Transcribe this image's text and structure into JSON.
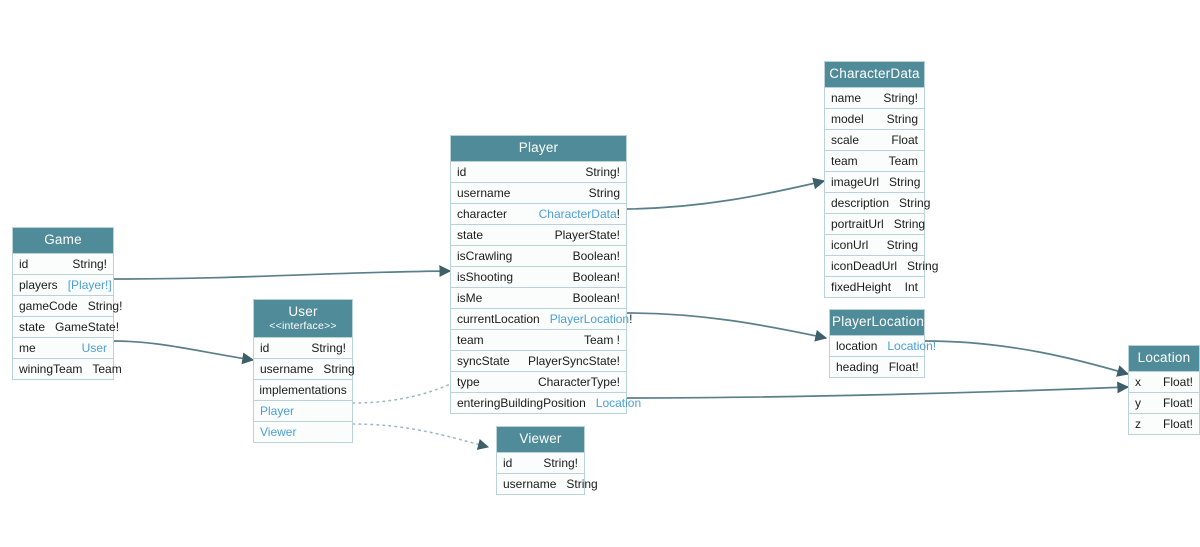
{
  "diagram": {
    "title": "GraphQL schema entity relationship diagram",
    "colors": {
      "header_bg": "#4f8b99",
      "header_text": "#ffffff",
      "border": "#b9d3d8",
      "row_bg": "#fbfdfd",
      "type_link": "#4a9fd8",
      "edge": "#5b7f8a",
      "dotted_edge": "#9fb9c2"
    }
  },
  "entities": {
    "game": {
      "name": "Game",
      "fields": [
        {
          "name": "id",
          "type": "String!",
          "link": false
        },
        {
          "name": "players",
          "type": "[Player!]",
          "link": true
        },
        {
          "name": "gameCode",
          "type": "String!",
          "link": false
        },
        {
          "name": "state",
          "type": "GameState!",
          "link": false
        },
        {
          "name": "me",
          "type": "User",
          "link": true
        },
        {
          "name": "winingTeam",
          "type": "Team",
          "link": false
        }
      ]
    },
    "user": {
      "name": "User",
      "stereotype": "<<interface>>",
      "fields": [
        {
          "name": "id",
          "type": "String!",
          "link": false
        },
        {
          "name": "username",
          "type": "String",
          "link": false
        }
      ],
      "implementations_label": "implementations",
      "implementations": [
        "Player",
        "Viewer"
      ]
    },
    "player": {
      "name": "Player",
      "fields": [
        {
          "name": "id",
          "type": "String!",
          "link": false
        },
        {
          "name": "username",
          "type": "String",
          "link": false
        },
        {
          "name": "character",
          "type": "CharacterData",
          "suffix": "!",
          "link": true
        },
        {
          "name": "state",
          "type": "PlayerState!",
          "link": false
        },
        {
          "name": "isCrawling",
          "type": "Boolean!",
          "link": false
        },
        {
          "name": "isShooting",
          "type": "Boolean!",
          "link": false
        },
        {
          "name": "isMe",
          "type": "Boolean!",
          "link": false
        },
        {
          "name": "currentLocation",
          "type": "PlayerLocation",
          "suffix": "!",
          "link": true
        },
        {
          "name": "team",
          "type": "Team !",
          "link": false
        },
        {
          "name": "syncState",
          "type": "PlayerSyncState!",
          "link": false
        },
        {
          "name": "type",
          "type": "CharacterType!",
          "link": false
        },
        {
          "name": "enteringBuildingPosition",
          "type": "Location",
          "link": true
        }
      ]
    },
    "viewer": {
      "name": "Viewer",
      "fields": [
        {
          "name": "id",
          "type": "String!",
          "link": false
        },
        {
          "name": "username",
          "type": "String",
          "link": false
        }
      ]
    },
    "characterData": {
      "name": "CharacterData",
      "fields": [
        {
          "name": "name",
          "type": "String!",
          "link": false
        },
        {
          "name": "model",
          "type": "String",
          "link": false
        },
        {
          "name": "scale",
          "type": "Float",
          "link": false
        },
        {
          "name": "team",
          "type": "Team",
          "link": false
        },
        {
          "name": "imageUrl",
          "type": "String",
          "link": false
        },
        {
          "name": "description",
          "type": "String",
          "link": false
        },
        {
          "name": "portraitUrl",
          "type": "String",
          "link": false
        },
        {
          "name": "iconUrl",
          "type": "String",
          "link": false
        },
        {
          "name": "iconDeadUrl",
          "type": "String",
          "link": false
        },
        {
          "name": "fixedHeight",
          "type": "Int",
          "link": false
        }
      ]
    },
    "playerLocation": {
      "name": "PlayerLocation",
      "fields": [
        {
          "name": "location",
          "type": "Location!",
          "link": true
        },
        {
          "name": "heading",
          "type": "Float!",
          "link": false
        }
      ]
    },
    "location": {
      "name": "Location",
      "fields": [
        {
          "name": "x",
          "type": "Float!",
          "link": false
        },
        {
          "name": "y",
          "type": "Float!",
          "link": false
        },
        {
          "name": "z",
          "type": "Float!",
          "link": false
        }
      ]
    }
  },
  "edges": [
    {
      "id": "game-players-to-player",
      "from": "Game.players",
      "to": "Player",
      "style": "solid"
    },
    {
      "id": "game-me-to-user",
      "from": "Game.me",
      "to": "User",
      "style": "solid"
    },
    {
      "id": "player-character-to-characterdata",
      "from": "Player.character",
      "to": "CharacterData",
      "style": "solid"
    },
    {
      "id": "player-currentlocation-to-playerlocation",
      "from": "Player.currentLocation",
      "to": "PlayerLocation",
      "style": "solid"
    },
    {
      "id": "player-enteringbuildingposition-to-location",
      "from": "Player.enteringBuildingPosition",
      "to": "Location",
      "style": "solid"
    },
    {
      "id": "playerlocation-location-to-location",
      "from": "PlayerLocation.location",
      "to": "Location",
      "style": "solid"
    },
    {
      "id": "user-player-implementation",
      "from": "User.Player",
      "to": "Player",
      "style": "dotted"
    },
    {
      "id": "user-viewer-implementation",
      "from": "User.Viewer",
      "to": "Viewer",
      "style": "dotted"
    }
  ]
}
